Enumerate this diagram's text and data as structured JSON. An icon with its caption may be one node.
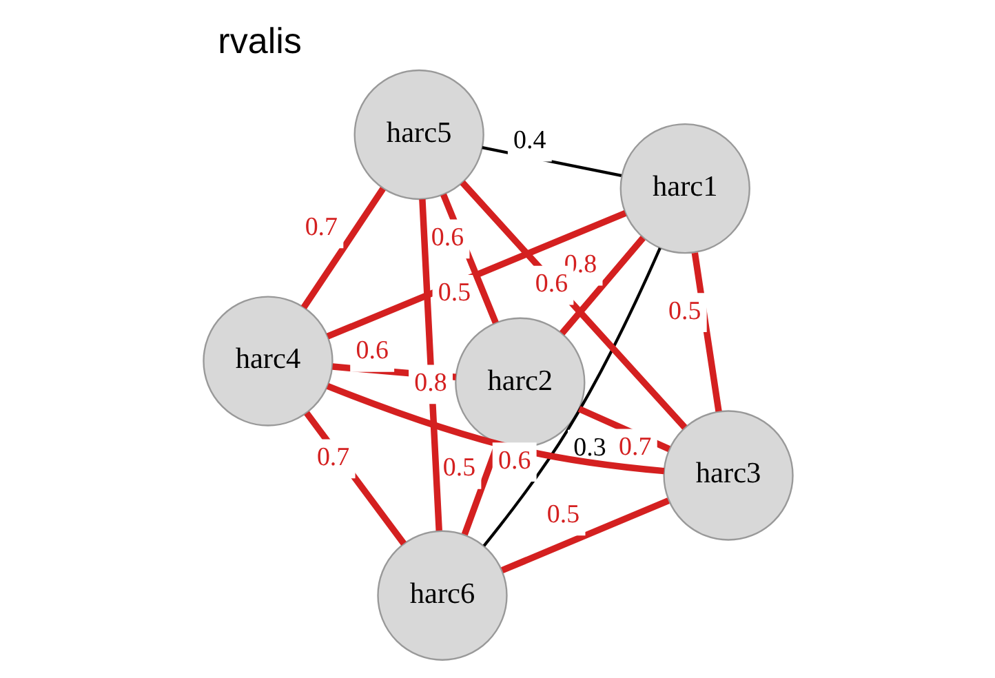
{
  "diagram": {
    "title": "rvalis",
    "nodes": [
      {
        "text": [
          "harc1"
        ]
      },
      {
        "text": [
          "harc2"
        ]
      },
      {
        "text": [
          "harc3"
        ]
      },
      {
        "text": [
          "harc4"
        ]
      },
      {
        "text": [
          "harc5"
        ]
      },
      {
        "text": [
          "harc6"
        ]
      }
    ],
    "edges": [
      {
        "from": 1,
        "to": 4,
        "arrow": "none",
        "label": "0.6"
      },
      {
        "from": 1,
        "to": 3,
        "arrow": "none",
        "label": "0.6"
      },
      {
        "from": 0,
        "to": 1,
        "arrow": "none",
        "label": "0.8"
      },
      {
        "from": 0,
        "to": 4,
        "arrow": "none",
        "label": "0.4",
        "color": "#000000"
      },
      {
        "from": 3,
        "to": 4,
        "arrow": "none",
        "label": "0.7"
      },
      {
        "from": 1,
        "to": 2,
        "arrow": "none",
        "label": "0.7"
      },
      {
        "from": 3,
        "to": 5,
        "arrow": "none",
        "label": "0.7"
      },
      {
        "from": 4,
        "to": 5,
        "arrow": "none",
        "label": "0.8"
      },
      {
        "from": 0,
        "to": 3,
        "arrow": "none",
        "label": "0.5"
      },
      {
        "from": 2,
        "to": 3,
        "arrow": "none",
        "label": "0.6"
      },
      {
        "from": 1,
        "to": 5,
        "arrow": "none",
        "label": "0.5"
      },
      {
        "from": 2,
        "to": 4,
        "arrow": "none",
        "label": "0.6"
      },
      {
        "from": 0,
        "to": 2,
        "arrow": "none",
        "label": "0.5"
      },
      {
        "from": 2,
        "to": 5,
        "arrow": "none",
        "label": "0.5"
      },
      {
        "from": 0,
        "to": 5,
        "arrow": "none",
        "label": "0.3",
        "color": "#000000"
      }
    ]
  }
}
